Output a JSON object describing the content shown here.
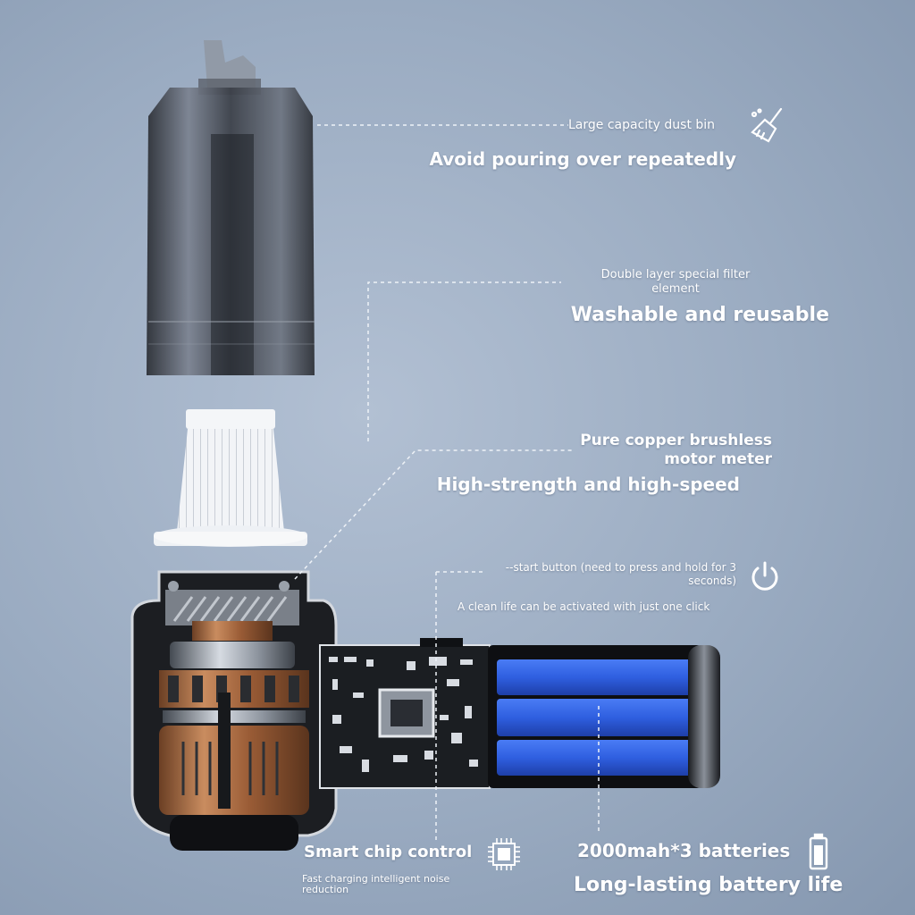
{
  "colors": {
    "background": "#9aabc1",
    "text": "#ffffff",
    "battery_blue": "#2f5fe0",
    "copper": "#b8734a",
    "pcb": "#1b1e22"
  },
  "features": {
    "dust_bin": {
      "caption": "Large capacity dust bin",
      "headline": "Avoid pouring over repeatedly",
      "icon": "broom-icon"
    },
    "filter": {
      "caption_line1": "Double layer special filter",
      "caption_line2": "element",
      "headline": "Washable and reusable"
    },
    "motor": {
      "caption_line1": "Pure copper brushless",
      "caption_line2": "motor meter",
      "headline": "High-strength and high-speed"
    },
    "start_button": {
      "caption_line1": "--start button (need to press and hold for 3",
      "caption_line2": "seconds)",
      "subline": "A clean life can be activated with just one click",
      "icon": "power-icon"
    },
    "chip": {
      "headline": "Smart chip control",
      "caption_line1": "Fast charging intelligent noise",
      "caption_line2": "reduction",
      "icon": "chip-icon"
    },
    "battery": {
      "headline": "2000mah*3 batteries",
      "subline": "Long-lasting battery life",
      "icon": "battery-icon"
    }
  }
}
